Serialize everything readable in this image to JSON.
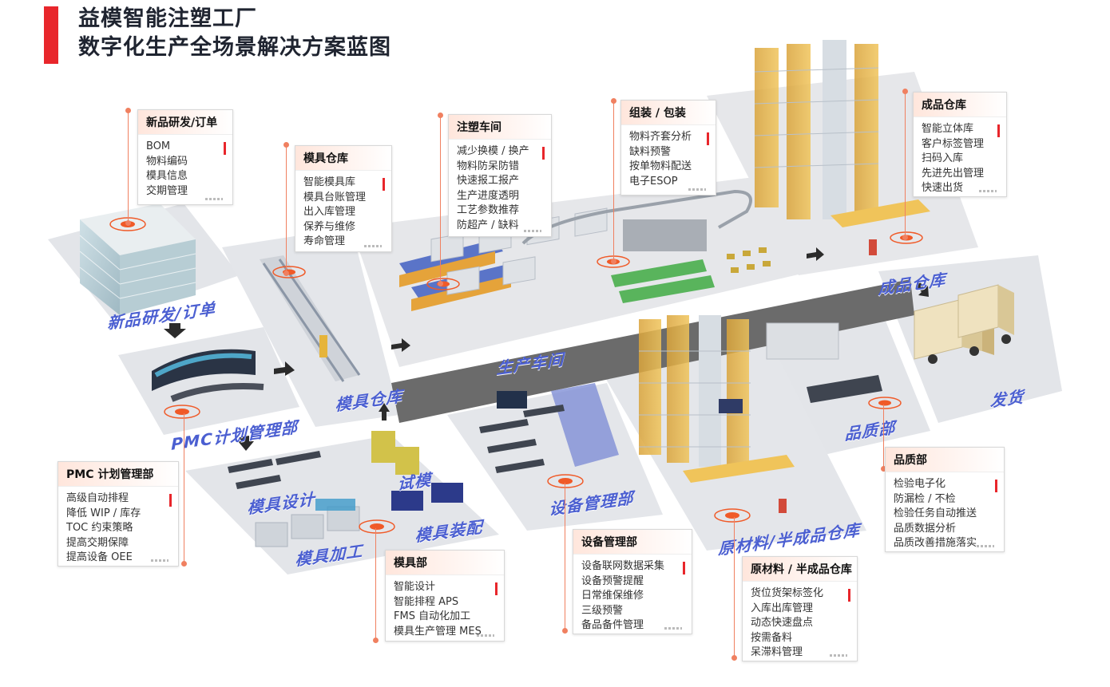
{
  "title": {
    "line1": "益模智能注塑工厂",
    "line2": "数字化生产全场景解决方案蓝图"
  },
  "colors": {
    "accent_red": "#e8262b",
    "zone_label_blue": "#4b5fd1",
    "hotspot_orange": "#f05a28",
    "floor_gray": "#e6e7ea",
    "aisle_dark": "#6b6b6b"
  },
  "zones": {
    "rd": "新品研发/订单",
    "pmc": "PMC计划管理部",
    "mold_store": "模具仓库",
    "production": "生产车间",
    "finished_store": "成品仓库",
    "shipping": "发货",
    "quality": "品质部",
    "equipment": "设备管理部",
    "raw_store": "原材料/半成品仓库",
    "mold_design": "模具设计",
    "trial": "试模",
    "mold_assembly": "模具装配",
    "mold_machining": "模具加工"
  },
  "cards": {
    "rd": {
      "title": "新品研发/订单",
      "items": [
        "BOM",
        "物料编码",
        "模具信息",
        "交期管理"
      ]
    },
    "mold_store": {
      "title": "模具仓库",
      "items": [
        "智能模具库",
        "模具台账管理",
        "出入库管理",
        "保养与维修",
        "寿命管理"
      ]
    },
    "molding": {
      "title": "注塑车间",
      "items": [
        "减少换模 / 换产",
        "物料防呆防错",
        "快速报工报产",
        "生产进度透明",
        "工艺参数推荐",
        "防超产 / 缺料"
      ]
    },
    "assembly": {
      "title": "组装 / 包装",
      "items": [
        "物料齐套分析",
        "缺料预警",
        "按单物料配送",
        "电子ESOP"
      ]
    },
    "finished_store": {
      "title": "成品仓库",
      "items": [
        "智能立体库",
        "客户标签管理",
        "扫码入库",
        "先进先出管理",
        "快速出货"
      ]
    },
    "pmc": {
      "title": "PMC 计划管理部",
      "items": [
        "高级自动排程",
        "降低 WIP / 库存",
        "TOC 约束策略",
        "提高交期保障",
        "提高设备 OEE"
      ]
    },
    "mold_dept": {
      "title": "模具部",
      "items": [
        "智能设计",
        "智能排程 APS",
        "FMS 自动化加工",
        "模具生产管理 MES"
      ]
    },
    "equipment": {
      "title": "设备管理部",
      "items": [
        "设备联网数据采集",
        "设备预警提醒",
        "日常维保维修",
        "三级预警",
        "备品备件管理"
      ]
    },
    "raw_store": {
      "title": "原材料 / 半成品仓库",
      "items": [
        "货位货架标签化",
        "入库出库管理",
        "动态快速盘点",
        "按需备料",
        "呆滞料管理"
      ]
    },
    "quality": {
      "title": "品质部",
      "items": [
        "检验电子化",
        "防漏检 / 不检",
        "检验任务自动推送",
        "品质数据分析",
        "品质改善措施落实"
      ]
    }
  }
}
